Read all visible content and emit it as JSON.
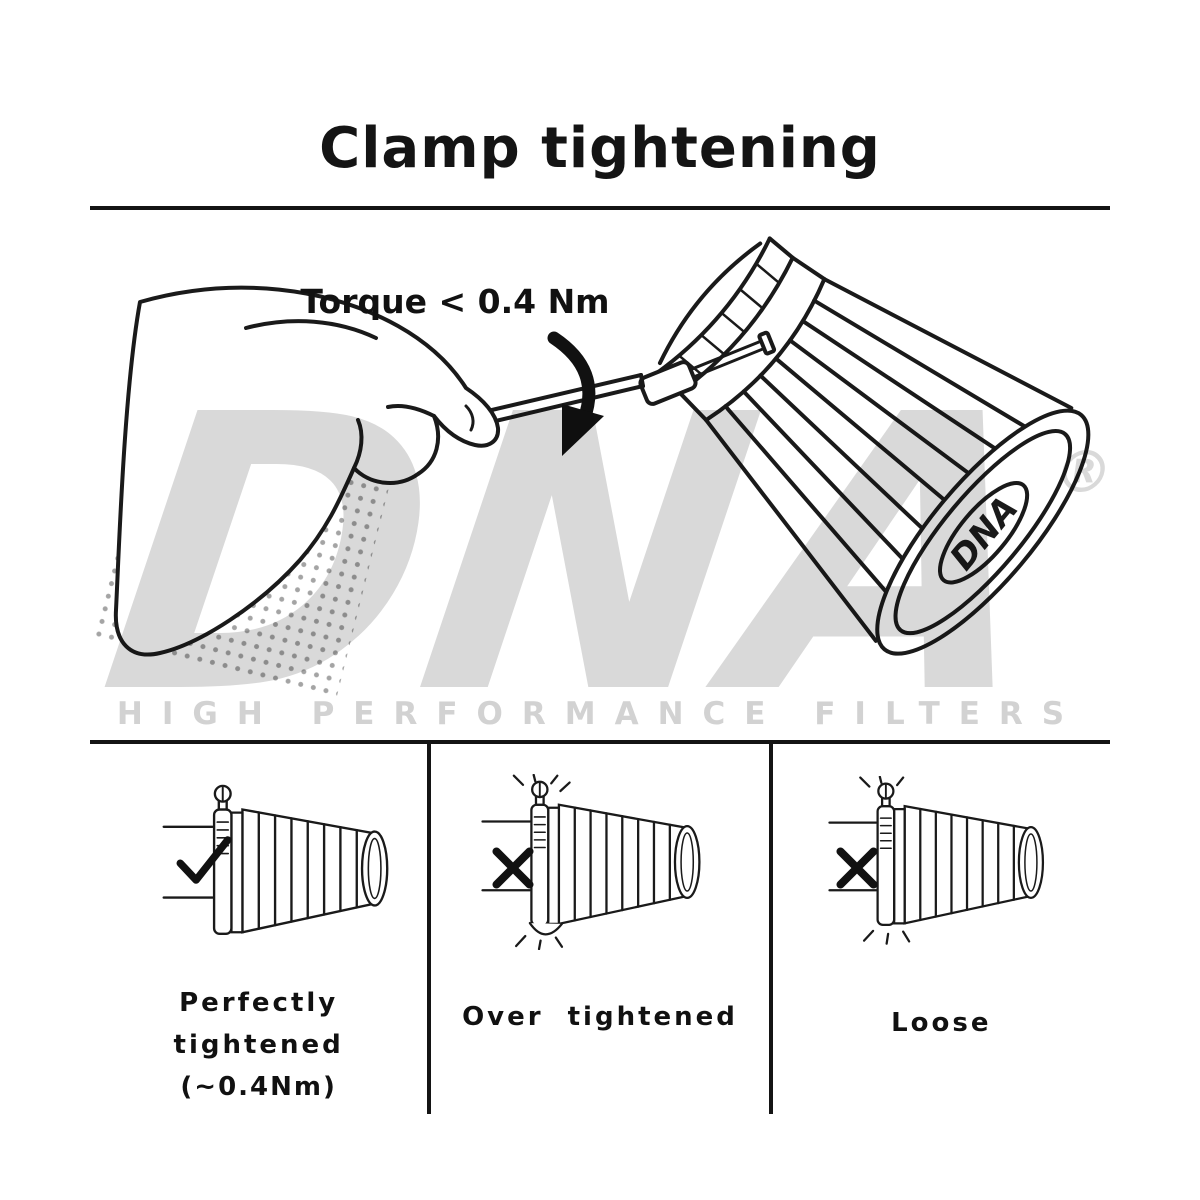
{
  "title": "Clamp tightening",
  "main": {
    "torque_label": "Torque < 0.4 Nm",
    "filter_cap_logo": "DNA"
  },
  "watermark": {
    "brand": "DNA",
    "registered": "®",
    "tagline": "HIGH PERFORMANCE FILTERS"
  },
  "panels": [
    {
      "result": "correct",
      "label": "Perfectly tightened",
      "sublabel": "(~0.4Nm)"
    },
    {
      "result": "incorrect",
      "label": "Over tightened"
    },
    {
      "result": "incorrect",
      "label": "Loose"
    }
  ]
}
